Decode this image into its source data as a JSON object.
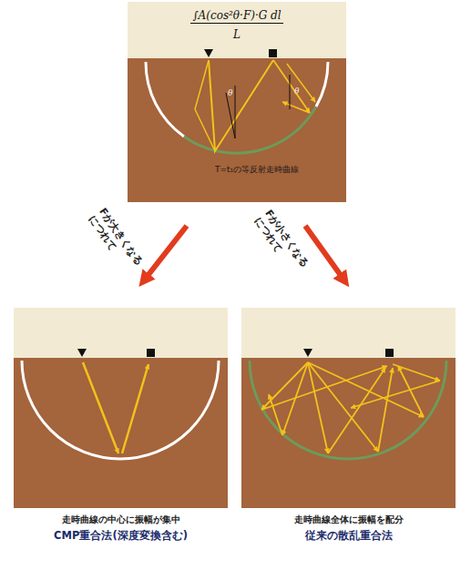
{
  "diagram": {
    "nodes": [
      {
        "text": [
          "∫A(cos²θ·F)·G dl",
          "L",
          "T=t₁の等反射走時曲線"
        ]
      },
      {
        "text": [
          "走時曲線の中心に振幅が集中",
          "CMP重合法(深度変換含む)"
        ]
      },
      {
        "text": [
          "走時曲線全体に振幅を配分",
          "従来の散乱重合法"
        ]
      }
    ],
    "edges": [
      {
        "from": 0,
        "to": 1,
        "arrow": "to",
        "label": "Fが大きくなるにつれて"
      },
      {
        "from": 0,
        "to": 2,
        "arrow": "to",
        "label": "Fが小さくなるにつれて"
      }
    ],
    "labels": [
      "θ",
      "θ"
    ]
  }
}
